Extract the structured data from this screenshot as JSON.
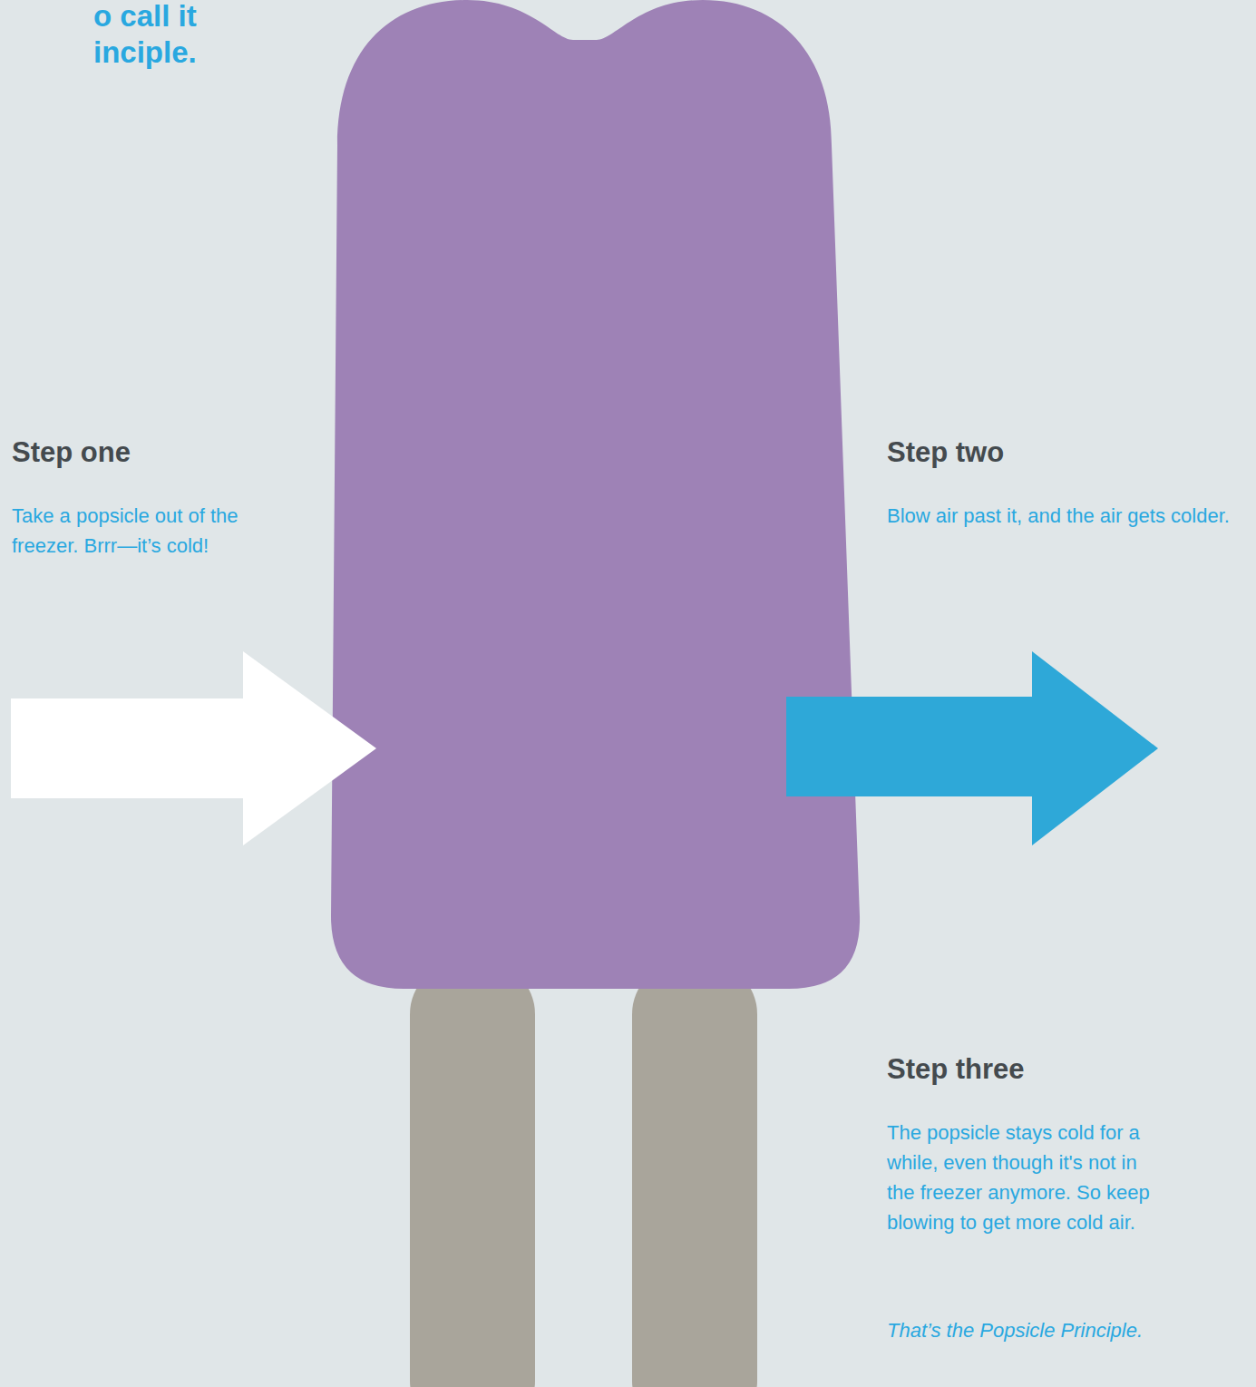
{
  "diagram": {
    "title": "o call it inciple.",
    "labels": [
      "Step one",
      "Take a popsicle out of the freezer. Brrr—it’s cold!",
      "Step two",
      "Blow air past it, and the air gets colder.",
      "Step three",
      "The popsicle stays cold for a while, even though it's not in the freezer anymore. So keep blowing to get more cold air.",
      "That’s the Popsicle Principle."
    ]
  }
}
